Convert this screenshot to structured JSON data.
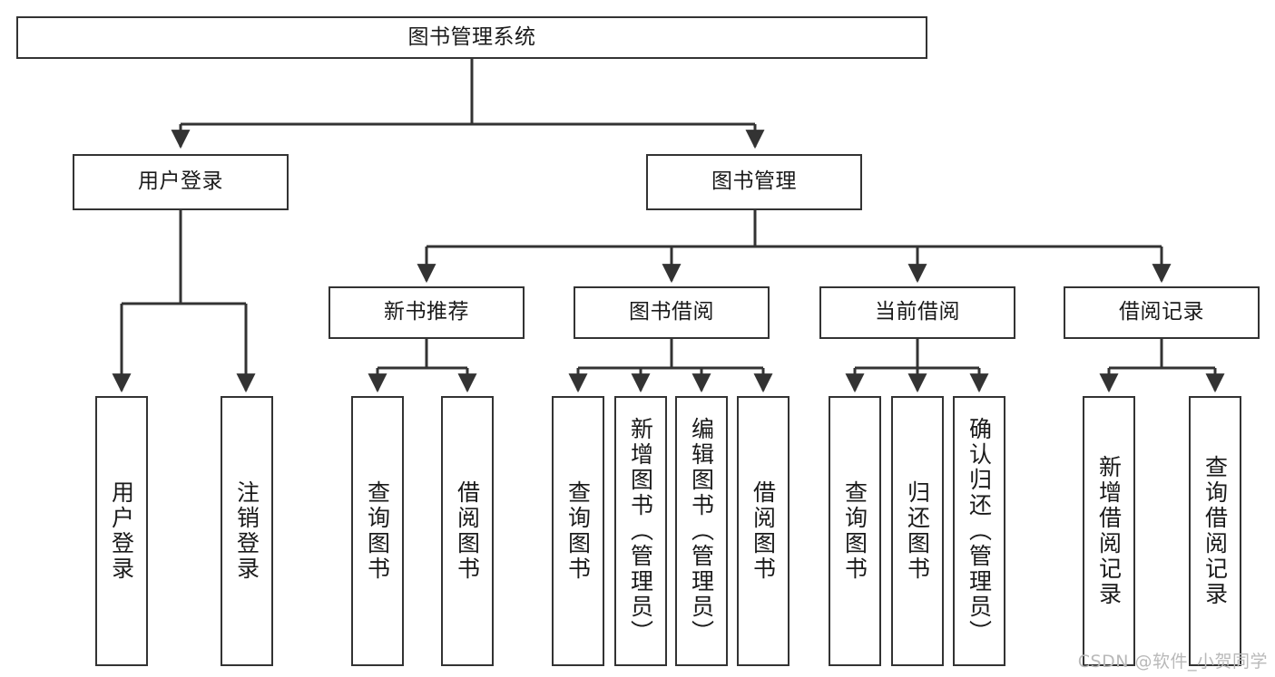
{
  "diagram": {
    "title": "图书管理系统",
    "watermark": "CSDN @软件_小贺同学",
    "colors": {
      "stroke": "#333333",
      "fill": "#ffffff",
      "text": "#1a1a1a",
      "watermark": "#b9b9b9"
    }
  },
  "nodes": {
    "root": {
      "label": "图书管理系统"
    },
    "level2": [
      {
        "label": "用户登录"
      },
      {
        "label": "图书管理"
      }
    ],
    "level3": [
      {
        "label": "新书推荐"
      },
      {
        "label": "图书借阅"
      },
      {
        "label": "当前借阅"
      },
      {
        "label": "借阅记录"
      }
    ],
    "leaves": {
      "user_login": [
        {
          "label": "用户登录"
        },
        {
          "label": "注销登录"
        }
      ],
      "new_book": [
        {
          "label": "查询图书"
        },
        {
          "label": "借阅图书"
        }
      ],
      "book_borrow": [
        {
          "label": "查询图书"
        },
        {
          "label": "新增图书（管理员）"
        },
        {
          "label": "编辑图书（管理员）"
        },
        {
          "label": "借阅图书"
        }
      ],
      "current_borrow": [
        {
          "label": "查询图书"
        },
        {
          "label": "归还图书"
        },
        {
          "label": "确认归还（管理员）"
        }
      ],
      "borrow_record": [
        {
          "label": "新增借阅记录"
        },
        {
          "label": "查询借阅记录"
        }
      ]
    }
  }
}
